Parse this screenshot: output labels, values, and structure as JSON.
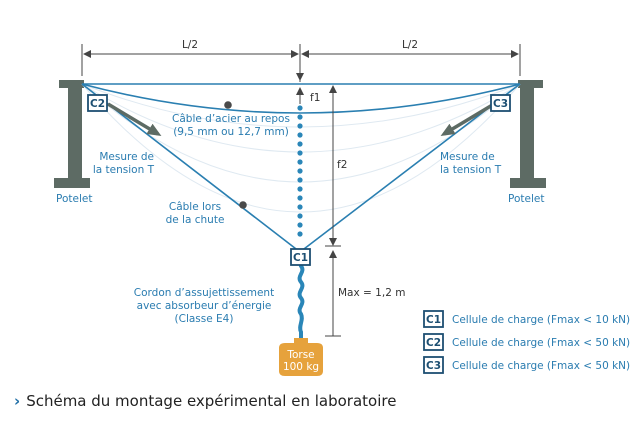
{
  "dimensions": {
    "half_left": "L/2",
    "half_right": "L/2",
    "f1": "f1",
    "f2": "f2",
    "max": "Max = 1,2 m"
  },
  "posts": {
    "left": "Potelet",
    "right": "Potelet"
  },
  "cells": {
    "c1": "C1",
    "c2": "C2",
    "c3": "C3"
  },
  "labels": {
    "steel_cable_line1": "Câble d’acier au repos",
    "steel_cable_line2": "(9,5 mm ou 12,7 mm)",
    "tension_left_line1": "Mesure de",
    "tension_left_line2": "la tension T",
    "tension_right_line1": "Mesure de",
    "tension_right_line2": "la tension T",
    "fall_cable_line1": "Câble lors",
    "fall_cable_line2": "de la chute",
    "lanyard_line1": "Cordon d’assujettissement",
    "lanyard_line2": "avec absorbeur d’énergie",
    "lanyard_line3": "(Classe E4)",
    "torso_line1": "Torse",
    "torso_line2": "100 kg"
  },
  "legend": [
    {
      "code": "C1",
      "text": "Cellule de charge (Fmax < 10 kN)"
    },
    {
      "code": "C2",
      "text": "Cellule de charge (Fmax < 50 kN)"
    },
    {
      "code": "C3",
      "text": "Cellule de charge (Fmax < 50 kN)"
    }
  ],
  "caption": "Schéma du montage expérimental en laboratoire",
  "colors": {
    "cable": "#2a7fb1",
    "post": "#5d6b64",
    "box": "#1d4f72",
    "torso": "#e6a23c",
    "dimension": "#444444"
  }
}
